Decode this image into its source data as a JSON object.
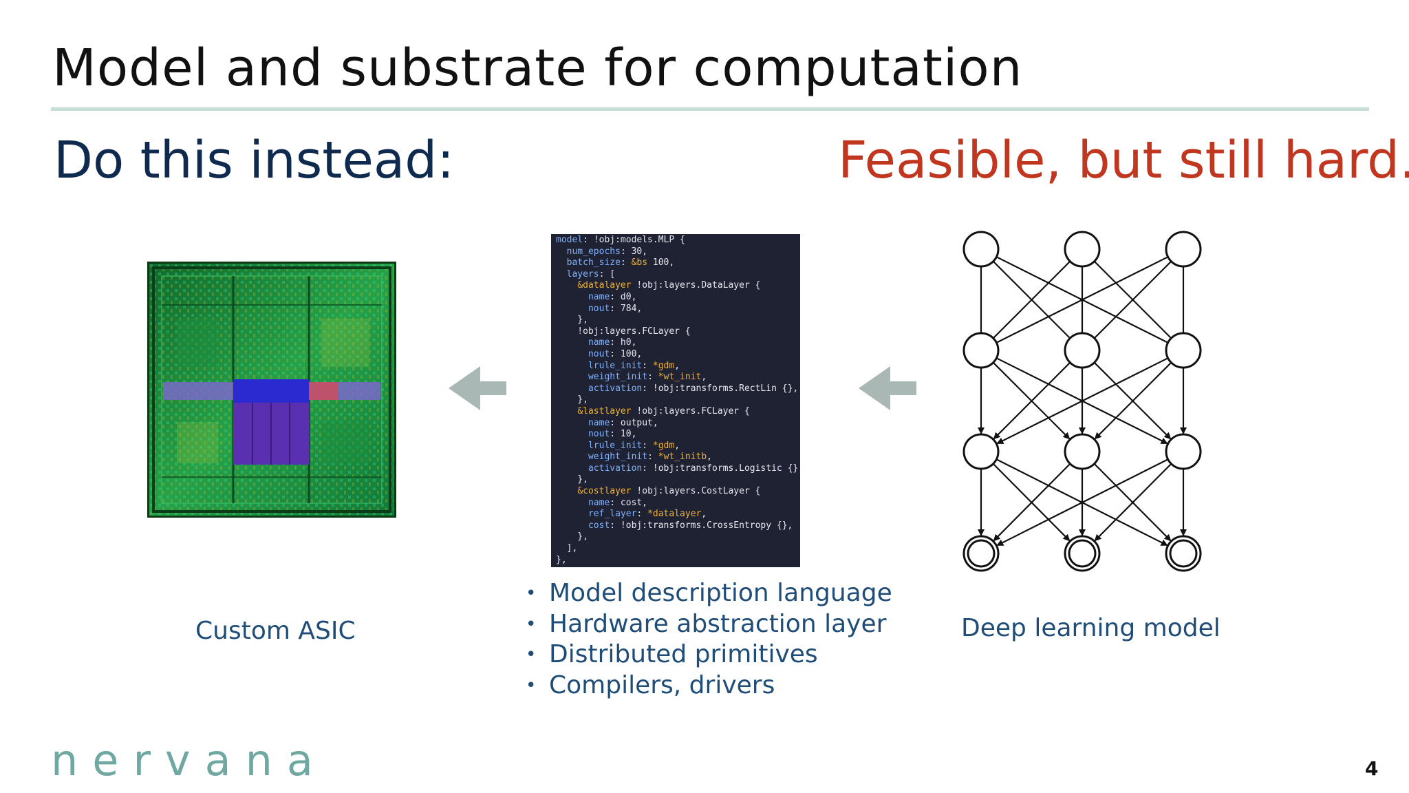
{
  "slide": {
    "title": "Model and substrate for computation",
    "subtitle_left": "Do this instead:",
    "subtitle_right": "Feasible, but still hard.",
    "page_number": "4"
  },
  "panels": {
    "asic_caption": "Custom ASIC",
    "model_caption": "Deep learning model"
  },
  "code": [
    "model: !obj:models.MLP {",
    "  num_epochs: 30,",
    "  batch_size: &bs 100,",
    "  layers: [",
    "    &datalayer !obj:layers.DataLayer {",
    "      name: d0,",
    "      nout: 784,",
    "    },",
    "    !obj:layers.FCLayer {",
    "      name: h0,",
    "      nout: 100,",
    "      lrule_init: *gdm,",
    "      weight_init: *wt_init,",
    "      activation: !obj:transforms.RectLin {},",
    "    },",
    "    &lastlayer !obj:layers.FCLayer {",
    "      name: output,",
    "      nout: 10,",
    "      lrule_init: *gdm,",
    "      weight_init: *wt_initb,",
    "      activation: !obj:transforms.Logistic {},",
    "    },",
    "    &costlayer !obj:layers.CostLayer {",
    "      name: cost,",
    "      ref_layer: *datalayer,",
    "      cost: !obj:transforms.CrossEntropy {},",
    "    },",
    "  ],",
    "},"
  ],
  "bullets": {
    "marker": "•",
    "items": [
      "Model description language",
      "Hardware abstraction layer",
      "Distributed primitives",
      "Compilers, drivers"
    ]
  },
  "branding": {
    "logo_text": "nervana"
  },
  "colors": {
    "title": "#111111",
    "subtitle_left": "#0e2a4f",
    "subtitle_right": "#c0361f",
    "caption": "#1f4d77",
    "rule": "#c7ddd8",
    "arrow": "#a9b8b4",
    "logo": "#6fa7a1",
    "code_bg": "#1f2233"
  },
  "icons": {
    "arrow_left_1": "arrow-left-icon",
    "arrow_left_2": "arrow-left-icon",
    "chip": "chip-die-image",
    "network": "neural-network-diagram"
  }
}
